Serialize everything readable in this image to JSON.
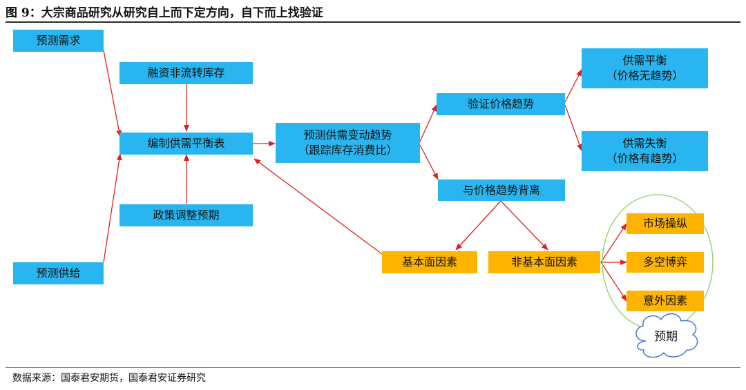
{
  "figure": {
    "title": "图 9：大宗商品研究从研究自上而下定方向，自下而上找验证",
    "source": "数据来源：国泰君安期货，国泰君安证券研究"
  },
  "nodes": {
    "forecast_demand": "预测需求",
    "financing_stock": "融资非流转库存",
    "balance_sheet": "编制供需平衡表",
    "policy_expect": "政策调整预期",
    "forecast_supply": "预测供给",
    "trend_line1": "预测供需变动趋势",
    "trend_line2": "（跟踪库存消费比）",
    "verify_trend": "验证价格趋势",
    "diverge_trend": "与价格趋势背离",
    "balance_line1": "供需平衡",
    "balance_line2": "（价格无趋势）",
    "imbalance_line1": "供需失衡",
    "imbalance_line2": "（价格有趋势）",
    "fundamental": "基本面因素",
    "non_fundamental": "非基本面因素",
    "manipulation": "市场操纵",
    "long_short": "多空博弈",
    "accident": "意外因素",
    "expectation": "预期"
  },
  "colors": {
    "box_blue": "#29b6f0",
    "box_gold": "#ffb400",
    "arrow_red": "#e02020",
    "ellipse_green": "#9bd46e",
    "cloud_blue": "#4a78c8"
  }
}
